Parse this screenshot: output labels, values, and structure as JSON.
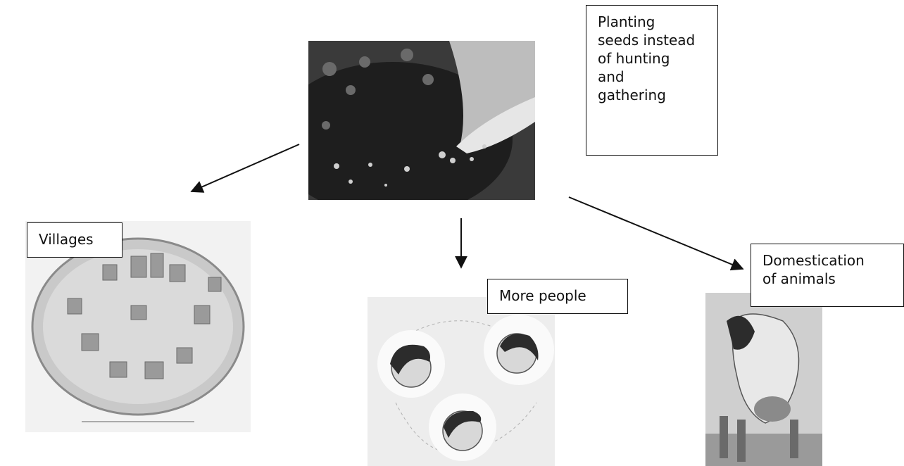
{
  "center": {
    "label_lines": [
      "Planting",
      "seeds instead",
      "of hunting",
      "and",
      "gathering"
    ]
  },
  "villages": {
    "label": "Villages"
  },
  "people": {
    "label": "More people"
  },
  "animals": {
    "label_lines": [
      "Domestication",
      "of animals"
    ]
  },
  "colors": {
    "ink": "#111111",
    "soil": "#2a2a2a",
    "sketch": "#8a8a8a"
  }
}
